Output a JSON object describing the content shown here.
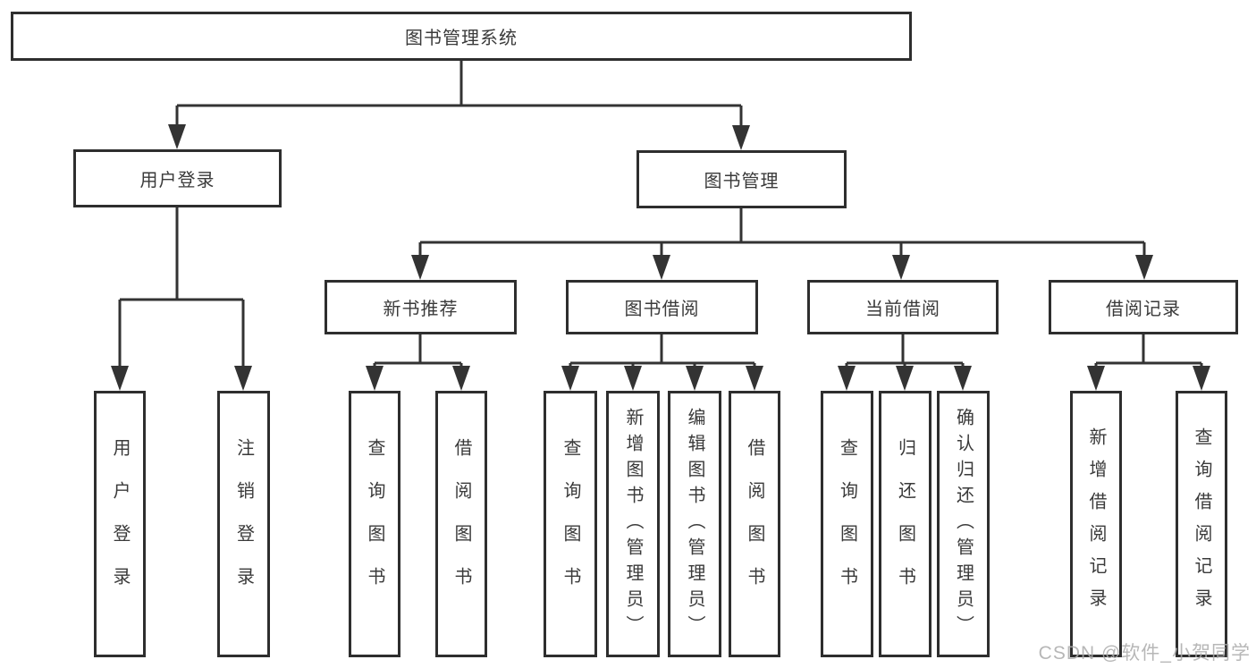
{
  "tree": {
    "label": "图书管理系统",
    "children": [
      {
        "label": "用户登录",
        "children": [
          {
            "label": "用户登录"
          },
          {
            "label": "注销登录"
          }
        ]
      },
      {
        "label": "图书管理",
        "children": [
          {
            "label": "新书推荐",
            "children": [
              {
                "label": "查询图书"
              },
              {
                "label": "借阅图书"
              }
            ]
          },
          {
            "label": "图书借阅",
            "children": [
              {
                "label": "查询图书"
              },
              {
                "label": "新增图书（管理员）"
              },
              {
                "label": "编辑图书（管理员）"
              },
              {
                "label": "借阅图书"
              }
            ]
          },
          {
            "label": "当前借阅",
            "children": [
              {
                "label": "查询图书"
              },
              {
                "label": "归还图书"
              },
              {
                "label": "确认归还（管理员）"
              }
            ]
          },
          {
            "label": "借阅记录",
            "children": [
              {
                "label": "新增借阅记录"
              },
              {
                "label": "查询借阅记录"
              }
            ]
          }
        ]
      }
    ]
  },
  "watermark": {
    "text": "CSDN @软件_小贺同学"
  },
  "colors": {
    "line": "#333333",
    "border": "#2e2e2e",
    "text": "#3a3a3a",
    "watermark": "#ababab"
  }
}
